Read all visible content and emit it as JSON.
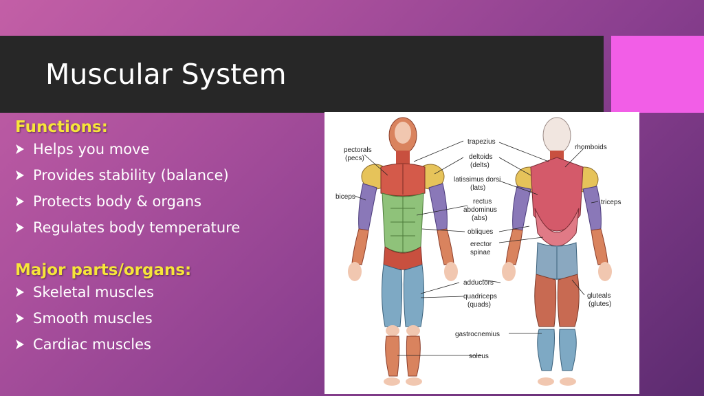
{
  "slide": {
    "title": "Muscular System",
    "colors": {
      "background": "#a94f9c",
      "title_bar": "#272727",
      "accent": "#f25ee7",
      "heading": "#f7e53a"
    }
  },
  "functions": {
    "heading": "Functions:",
    "items": [
      "Helps you move",
      "Provides stability (balance)",
      "Protects body & organs",
      "Regulates body temperature"
    ]
  },
  "parts": {
    "heading": "Major parts/organs:",
    "items": [
      "Skeletal muscles",
      "Smooth muscles",
      "Cardiac muscles"
    ]
  },
  "diagram": {
    "labels": {
      "pectorals": "pectorals",
      "pecs": "(pecs)",
      "biceps": "biceps",
      "trapezius": "trapezius",
      "deltoids": "deltoids",
      "delts": "(delts)",
      "latissimus": "latissimus dorsi",
      "lats": "(lats)",
      "rectus": "rectus",
      "abdominus": "abdominus",
      "abs": "(abs)",
      "obliques": "obliques",
      "erector": "erector",
      "spinae": "spinae",
      "adductors": "adductors",
      "quadriceps": "quadriceps",
      "quads": "(quads)",
      "gastrocnemius": "gastrocnemius",
      "soleus": "soleus",
      "rhomboids": "rhomboids",
      "triceps": "triceps",
      "gluteals": "gluteals",
      "glutes": "(glutes)"
    }
  }
}
